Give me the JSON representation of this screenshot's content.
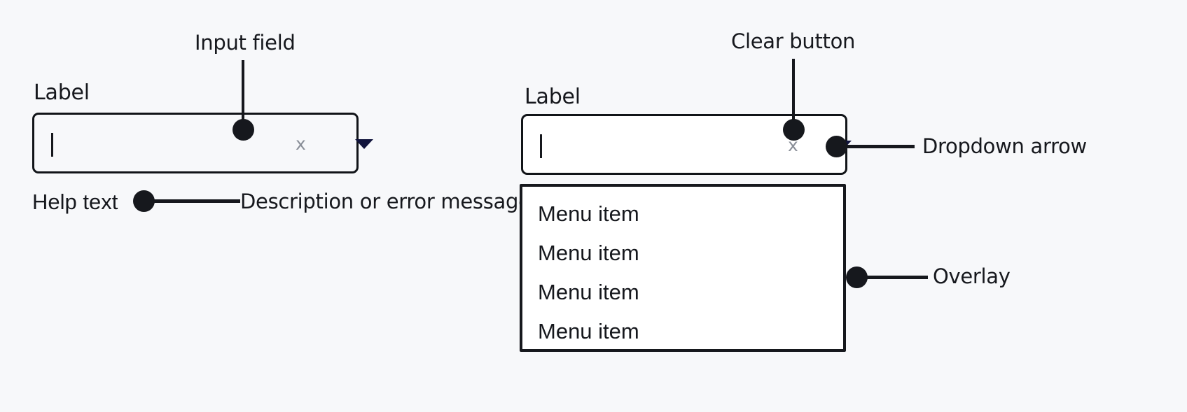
{
  "page": {
    "background_color": "#f7f8fa",
    "text_color": "#16181d",
    "accent_color": "#11143c",
    "muted_color": "#8a8f98",
    "border_color": "#111418"
  },
  "left_field": {
    "label": "Label",
    "input_value": "",
    "clear_icon": "x",
    "dropdown_icon": "chevron-down",
    "help_text": "Help text"
  },
  "right_field": {
    "label": "Label",
    "input_value": "",
    "clear_icon": "x",
    "dropdown_icon": "chevron-down",
    "menu_items": [
      "Menu item",
      "Menu item",
      "Menu item",
      "Menu item"
    ]
  },
  "annotations": {
    "input_field": "Input field",
    "help_text_callout": "Description or error message",
    "clear_button": "Clear button",
    "dropdown_arrow": "Dropdown arrow",
    "overlay": "Overlay"
  }
}
